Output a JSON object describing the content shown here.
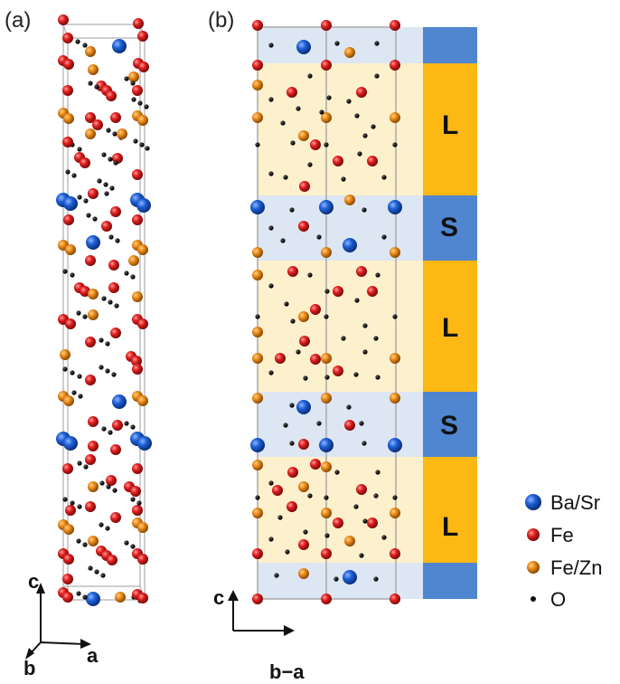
{
  "panels": {
    "a": "(a)",
    "b": "(b)"
  },
  "axes_a": {
    "c": "c",
    "b": "b",
    "a": "a"
  },
  "axes_b": {
    "c": "c",
    "ba": "b−a"
  },
  "blocks": {
    "L": "L",
    "S": "S"
  },
  "legend": [
    {
      "label": "Ba/Sr",
      "color": "#1d5fd6"
    },
    {
      "label": "Fe",
      "color": "#e01e1e"
    },
    {
      "label": "Fe/Zn",
      "color": "#ea8a17"
    },
    {
      "label": "O",
      "color": "#111111"
    }
  ],
  "colors": {
    "s_block": "#4f86cf",
    "l_block": "#fdb813",
    "s_band": "#dde6f3",
    "l_band": "#fdf0cc"
  }
}
